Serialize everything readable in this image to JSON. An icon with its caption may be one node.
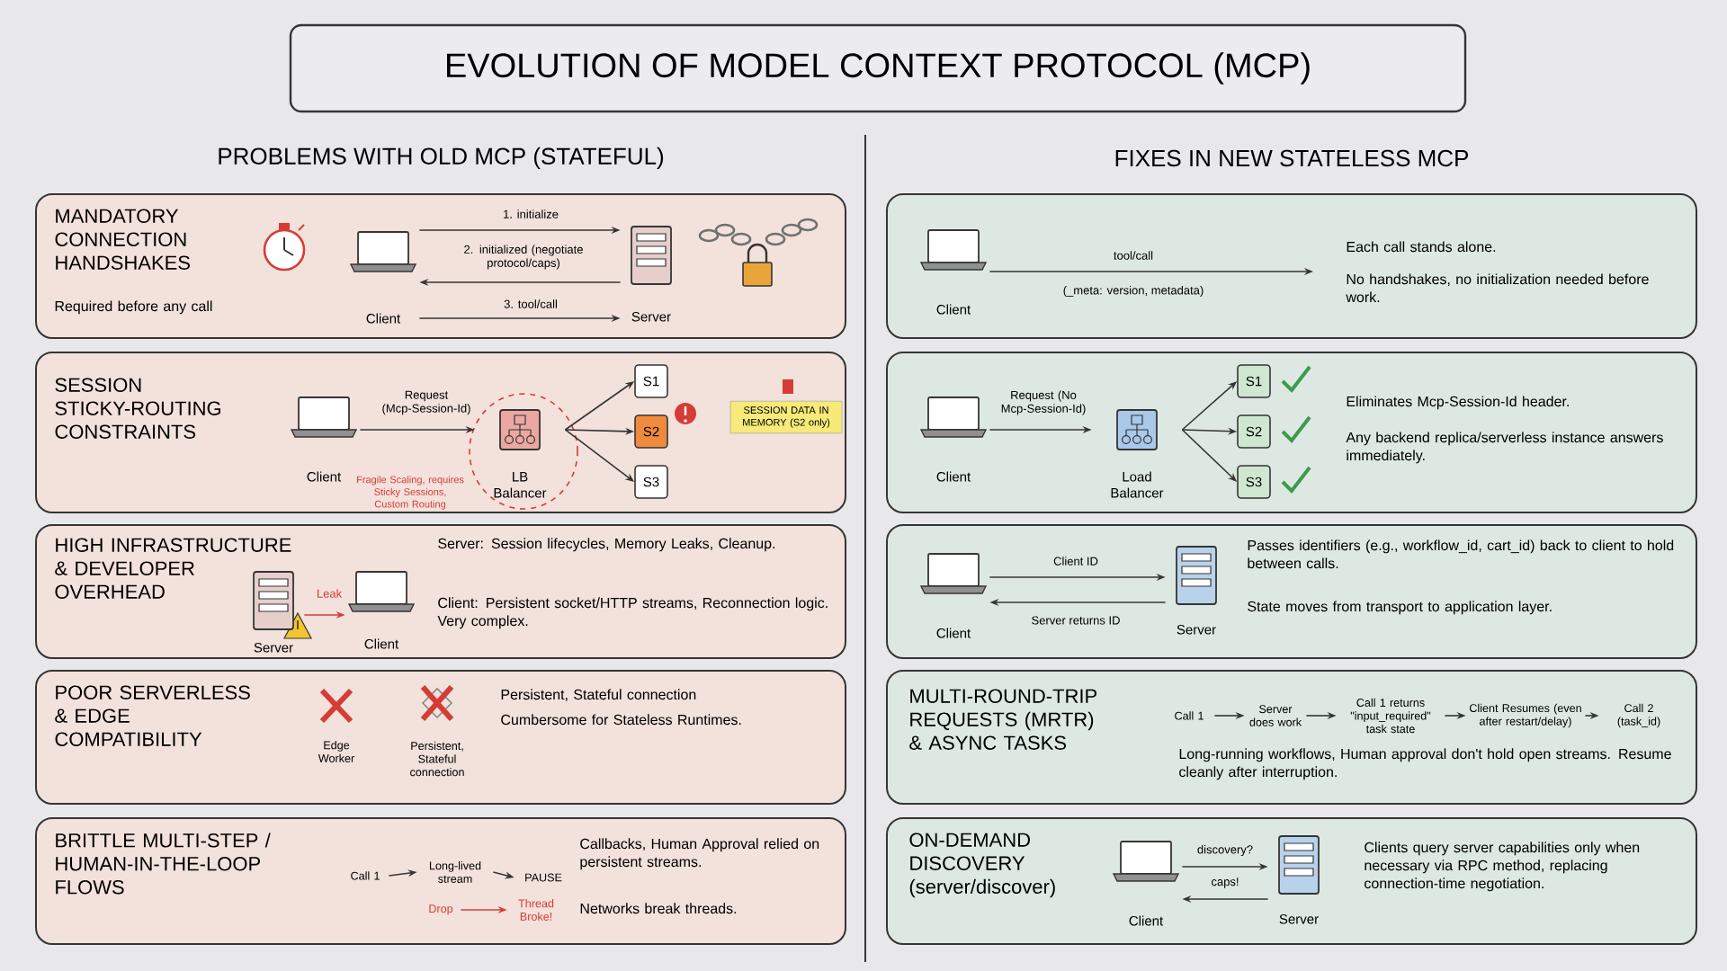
{
  "diagram": {
    "title": "EVOLUTION OF MODEL CONTEXT PROTOCOL (MCP)",
    "nodes": [
      {
        "text": [
          "MANDATORY CONNECTION HANDSHAKES",
          "Required before any call"
        ]
      },
      {
        "text": [
          "Client"
        ],
        "in": 0
      },
      {
        "text": [
          "Server"
        ],
        "in": 0
      },
      {
        "text": [
          "SESSION STICKY-ROUTING CONSTRAINTS"
        ]
      },
      {
        "text": [
          "Client"
        ],
        "in": 3
      },
      {
        "text": [
          "LB Balancer"
        ],
        "in": 3
      },
      {
        "text": [
          "S1"
        ],
        "in": 3
      },
      {
        "text": [
          "S2"
        ],
        "in": 3
      },
      {
        "text": [
          "S3"
        ],
        "in": 3
      },
      {
        "text": [
          "SESSION DATA IN MEMORY (S2 only)"
        ],
        "in": 3
      },
      {
        "text": [
          "HIGH INFRASTRUCTURE & DEVELOPER OVERHEAD",
          "Server: Session lifecycles, Memory Leaks, Cleanup.",
          "Client: Persistent socket/HTTP streams, Reconnection logic. Very complex."
        ]
      },
      {
        "text": [
          "Server"
        ],
        "in": 10
      },
      {
        "text": [
          "Client"
        ],
        "in": 10
      },
      {
        "text": [
          "POOR SERVERLESS & EDGE COMPATIBILITY",
          "Persistent, Stateful connection",
          "Cumbersome for Stateless Runtimes."
        ]
      },
      {
        "text": [
          "BRITTLE MULTI-STEP / HUMAN-IN-THE-LOOP FLOWS",
          "Callbacks, Human Approval relied on persistent streams.",
          "Networks break threads."
        ]
      },
      {
        "text": [
          "Call 1"
        ],
        "in": 14
      },
      {
        "text": [
          "Long-lived stream"
        ],
        "in": 14
      },
      {
        "text": [
          "PAUSE"
        ],
        "in": 14
      },
      {
        "text": [
          "Drop"
        ],
        "in": 14
      },
      {
        "text": [
          "Thread Broke!"
        ],
        "in": 14
      },
      {
        "text": [
          "Each call stands alone.",
          "No handshakes, no initialization needed before work."
        ]
      },
      {
        "text": [
          "Client"
        ],
        "in": 20
      },
      {
        "text": [
          "Eliminates Mcp-Session-Id header.",
          "Any backend replica/serverless instance answers immediately."
        ]
      },
      {
        "text": [
          "Client"
        ],
        "in": 22
      },
      {
        "text": [
          "Load Balancer"
        ],
        "in": 22
      },
      {
        "text": [
          "S1"
        ],
        "in": 22
      },
      {
        "text": [
          "S2"
        ],
        "in": 22
      },
      {
        "text": [
          "S3"
        ],
        "in": 22
      },
      {
        "text": [
          "Passes identifiers (e.g., workflow_id, cart_id) back to client to hold between calls.",
          "State moves from transport to application layer."
        ]
      },
      {
        "text": [
          "Client"
        ],
        "in": 28
      },
      {
        "text": [
          "Server"
        ],
        "in": 28
      },
      {
        "text": [
          "MULTI-ROUND-TRIP REQUESTS (MRTR) & ASYNC TASKS",
          "Long-running workflows, Human approval don't hold open streams. Resume cleanly after interruption."
        ]
      },
      {
        "text": [
          "Call 1"
        ],
        "in": 31
      },
      {
        "text": [
          "Server does work"
        ],
        "in": 31
      },
      {
        "text": [
          "Call 1 returns \"input_required\" task state"
        ],
        "in": 31
      },
      {
        "text": [
          "Client Resumes (even after restart/delay)"
        ],
        "in": 31
      },
      {
        "text": [
          "Call 2 (task_id)"
        ],
        "in": 31
      },
      {
        "text": [
          "ON-DEMAND DISCOVERY (server/discover)",
          "Clients query server capabilities only when necessary via RPC method, replacing connection-time negotiation."
        ]
      },
      {
        "text": [
          "Client"
        ],
        "in": 37
      },
      {
        "text": [
          "Server"
        ],
        "in": 37
      }
    ],
    "edges": [
      {
        "from": 1,
        "to": 2,
        "arrow": "to",
        "label": "1. initialize"
      },
      {
        "from": 2,
        "to": 1,
        "arrow": "to",
        "label": "2. initialized (negotiate protocol/caps)"
      },
      {
        "from": 1,
        "to": 2,
        "arrow": "to",
        "label": "3. tool/call"
      },
      {
        "from": 4,
        "to": 5,
        "arrow": "to",
        "label": "Request (Mcp-Session-Id)"
      },
      {
        "from": 5,
        "to": 6,
        "arrow": "to"
      },
      {
        "from": 5,
        "to": 7,
        "arrow": "to"
      },
      {
        "from": 5,
        "to": 8,
        "arrow": "to"
      },
      {
        "from": 11,
        "to": 12,
        "arrow": "to",
        "label": "Leak",
        "color": "#d63c36"
      },
      {
        "from": 15,
        "to": 16,
        "arrow": "to"
      },
      {
        "from": 16,
        "to": 17,
        "arrow": "to"
      },
      {
        "from": 18,
        "to": 19,
        "arrow": "to",
        "color": "#d63c36"
      },
      {
        "from": 21,
        "to": null,
        "arrow": "to",
        "label": "tool/call"
      },
      {
        "from": 23,
        "to": 24,
        "arrow": "to",
        "label": "Request (No Mcp-Session-Id)"
      },
      {
        "from": 24,
        "to": 25,
        "arrow": "to"
      },
      {
        "from": 24,
        "to": 26,
        "arrow": "to"
      },
      {
        "from": 24,
        "to": 27,
        "arrow": "to"
      },
      {
        "from": 29,
        "to": 30,
        "arrow": "to",
        "label": "Client ID"
      },
      {
        "from": 30,
        "to": 29,
        "arrow": "to",
        "label": "Server returns ID"
      },
      {
        "from": 32,
        "to": 33,
        "arrow": "to"
      },
      {
        "from": 33,
        "to": 34,
        "arrow": "to"
      },
      {
        "from": 34,
        "to": 35,
        "arrow": "to"
      },
      {
        "from": 35,
        "to": 36,
        "arrow": "to"
      },
      {
        "from": 38,
        "to": 39,
        "arrow": "to",
        "label": "discovery?"
      },
      {
        "from": 39,
        "to": 38,
        "arrow": "to",
        "label": "caps!"
      }
    ],
    "labels": [
      "PROBLEMS WITH OLD MCP (STATEFUL)",
      "FIXES IN NEW STATELESS MCP",
      "Fragile Scaling, requires Sticky Sessions, Custom Routing",
      "Edge Worker",
      "Persistent, Stateful connection",
      "(_meta: version, metadata)"
    ]
  }
}
